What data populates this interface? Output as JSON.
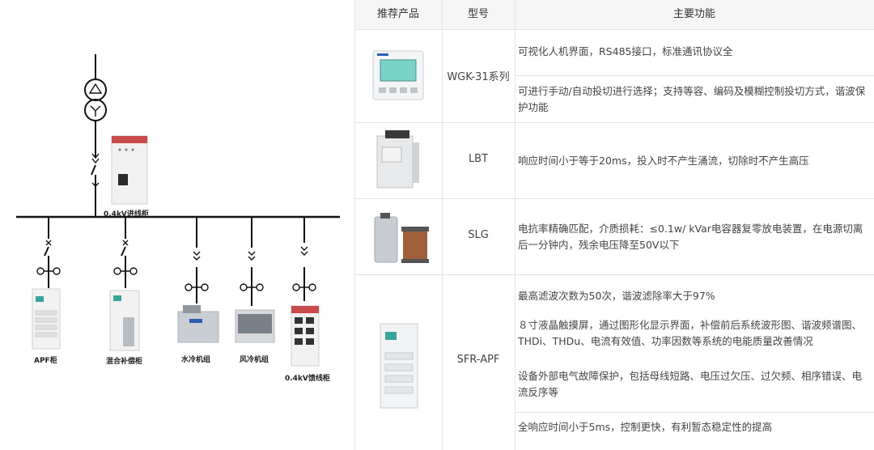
{
  "diagram": {
    "labels": {
      "incoming": "0.4kV进线柜",
      "apf": "APF柜",
      "hybrid": "混合补偿柜",
      "water_chiller": "水冷机组",
      "air_chiller": "风冷机组",
      "feeder": "0.4kV馈线柜"
    }
  },
  "table": {
    "headers": [
      "推荐产品",
      "型号",
      "主要功能"
    ],
    "rows": [
      {
        "model": "WGK-31系列",
        "functions": [
          "可视化人机界面，RS485接口，标准通讯协议全",
          "可进行手动/自动投切进行选择；支持等容、编码及模糊控制投切方式，谐波保护功能"
        ]
      },
      {
        "model": "LBT",
        "functions": [
          "响应时间小于等于20ms，投入时不产生涌流，切除时不产生高压"
        ]
      },
      {
        "model": "SLG",
        "functions": [
          "电抗率精确匹配，介质损耗：≤0.1w/ kVar电容器复零放电装置，在电源切离后一分钟内，残余电压降至50V以下"
        ]
      },
      {
        "model": "SFR-APF",
        "functions": [
          "最高滤波次数为50次，谐波滤除率大于97%",
          "８寸液晶触摸屏，通过图形化显示界面，补偿前后系统波形图、谐波频谱图、THDi、THDu、电流有效值、功率因数等系统的电能质量改善情况",
          "设备外部电气故障保护，包括母线短路、电压过欠压、过欠频、相序错误、电流反序等",
          "全响应时间小于5ms，控制更快，有利暂态稳定性的提高"
        ]
      }
    ]
  }
}
